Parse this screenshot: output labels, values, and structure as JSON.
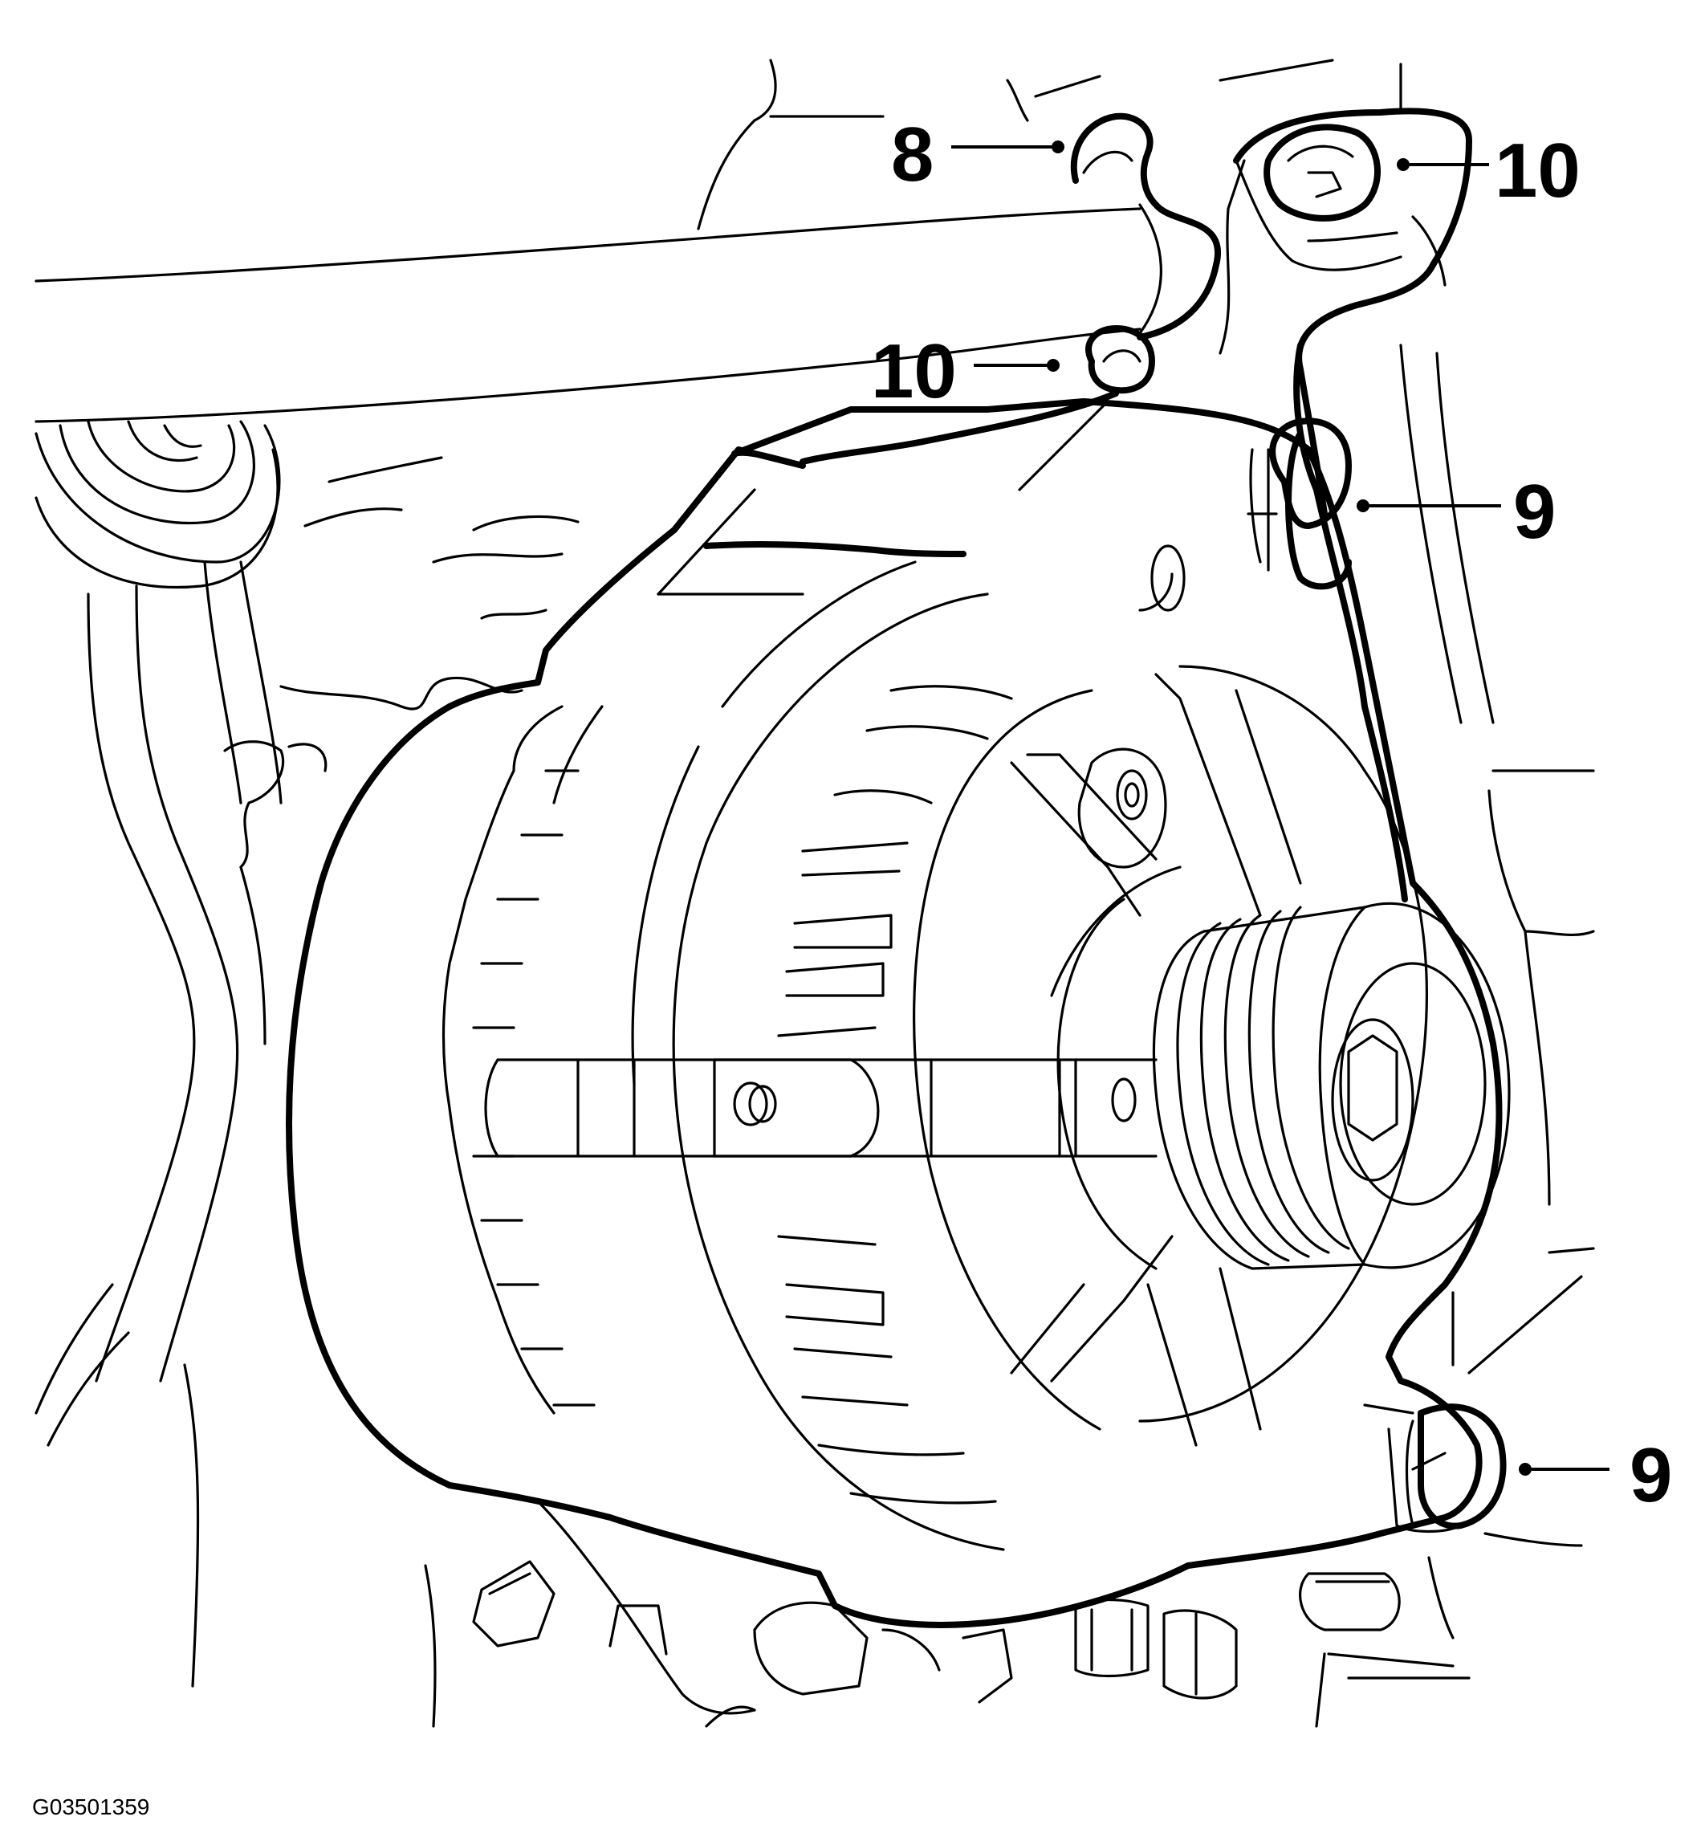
{
  "figure_id": "G03501359",
  "callouts": [
    {
      "label": "8"
    },
    {
      "label": "10"
    },
    {
      "label": "10"
    },
    {
      "label": "9"
    },
    {
      "label": "9"
    }
  ]
}
